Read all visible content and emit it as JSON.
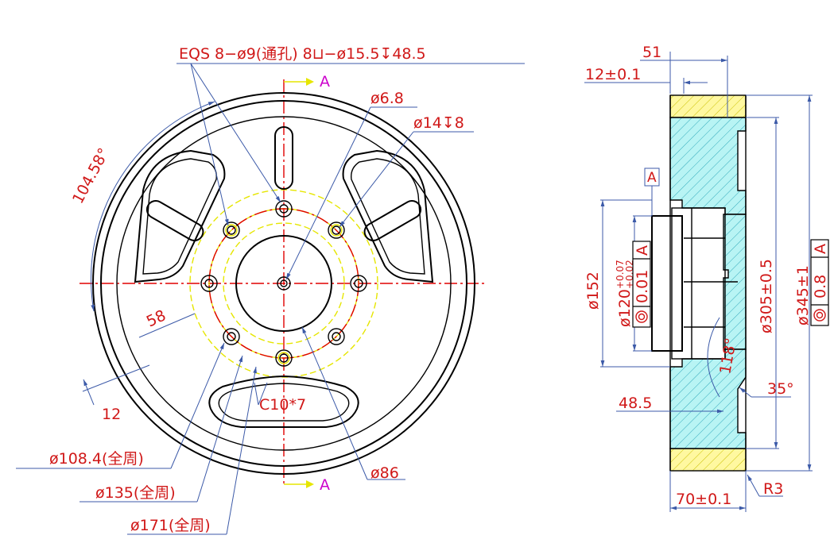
{
  "section_label_top": "A",
  "section_label_bottom": "A",
  "callouts": {
    "eqs_holes": "EQS 8−ø9(通孔) 8⊔−ø15.5↧48.5",
    "center_hole": "ø6.8",
    "tapped_hole": "ø14↧8",
    "angle": "104.58°",
    "spoke_dim": "58",
    "spoke_width": "12",
    "chamfer": "C10*7",
    "d108": "ø108.4(全周)",
    "d135": "ø135(全周)",
    "d171": "ø171(全周)",
    "d86": "ø86"
  },
  "section": {
    "d51": "51",
    "d12": "12±0.1",
    "datum": "A",
    "d152": "ø152",
    "d120": "ø120",
    "d120_tol_upper": "+0.07",
    "d120_tol_lower": "+0.02",
    "tol_120_value": "0.01",
    "tol_120_datum": "A",
    "d305": "ø305±0.5",
    "d345": "ø345±1",
    "tol_345_value": "0.8",
    "tol_345_datum": "A",
    "angle118": "118°",
    "angle35": "35°",
    "d48": "48.5",
    "d70": "70±0.1",
    "r3": "R3"
  },
  "colors": {
    "outline": "#000000",
    "dimension": "#3c5aa8",
    "text": "#d01818",
    "centerline": "#e00000",
    "hidden": "#e6e600",
    "hatch_fill": "#aef0f0",
    "section_mark": "#cc00cc"
  },
  "icons": [
    "concentricity-icon",
    "section-arrow-icon"
  ]
}
